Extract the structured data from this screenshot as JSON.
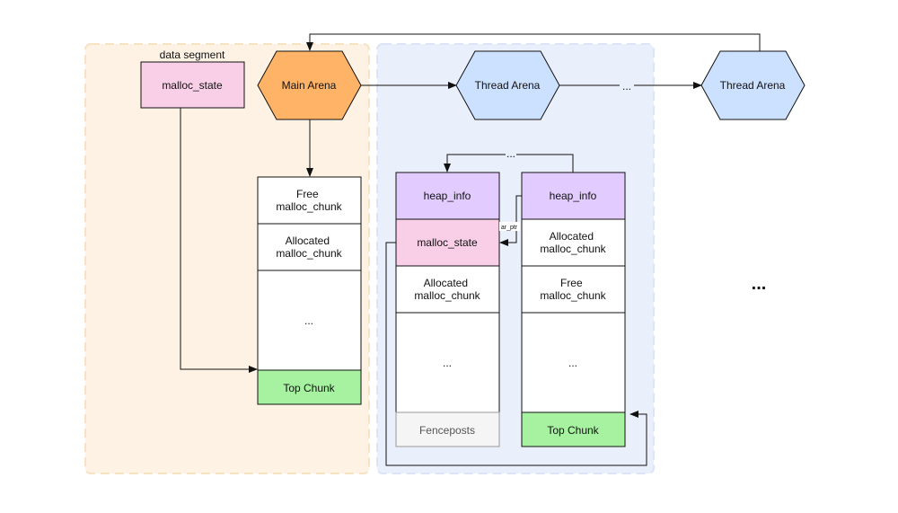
{
  "diagram": {
    "labels": {
      "data_segment": "data segment",
      "malloc_state": "malloc_state",
      "main_arena": "Main Arena",
      "thread_arena_1": "Thread Arena",
      "thread_arena_2": "Thread Arena",
      "arena_chain_ellipsis": "...",
      "heaps_ellipsis": "...",
      "more_ellipsis": "...",
      "ar_ptr": "ar_ptr"
    },
    "main_heap": {
      "chunks": [
        [
          "Free",
          "malloc_chunk"
        ],
        [
          "Allocated",
          "malloc_chunk"
        ],
        [
          "..."
        ],
        [
          "Top Chunk"
        ]
      ]
    },
    "thread_heap_1": {
      "chunks": [
        [
          "heap_info"
        ],
        [
          "malloc_state"
        ],
        [
          "Allocated",
          "malloc_chunk"
        ],
        [
          "..."
        ],
        [
          "Fenceposts"
        ]
      ]
    },
    "thread_heap_2": {
      "chunks": [
        [
          "heap_info"
        ],
        [
          "Allocated",
          "malloc_chunk"
        ],
        [
          "Free",
          "malloc_chunk"
        ],
        [
          "..."
        ],
        [
          "Top Chunk"
        ]
      ]
    },
    "colors": {
      "main_region": "#fdf2e4",
      "thread_region": "#eaf0fb",
      "main_arena": "#ffb366",
      "thread_arena": "#cce0ff",
      "malloc_state": "#f8cfe6",
      "heap_info": "#e2ccff",
      "top_chunk": "#a6f2a0",
      "fenceposts": "#f5f5f5"
    }
  }
}
